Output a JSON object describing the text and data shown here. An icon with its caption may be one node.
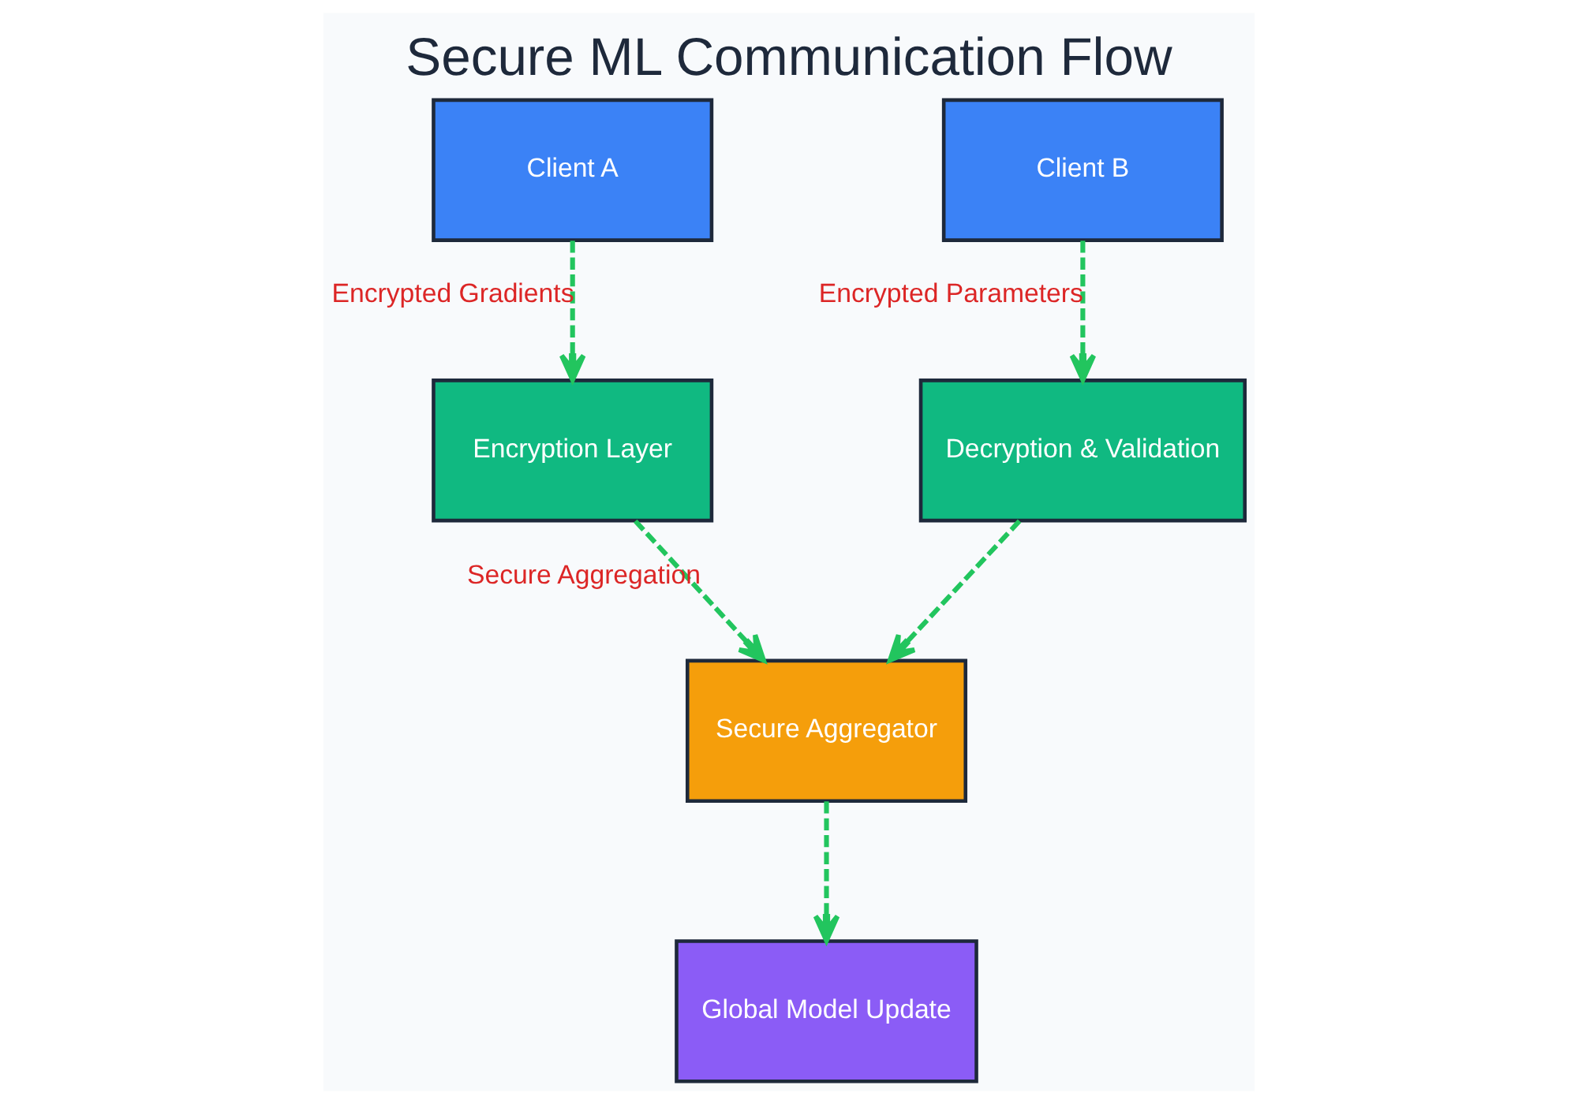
{
  "diagram": {
    "title": "Secure ML Communication Flow",
    "nodes": [
      {
        "text": [
          "Client A"
        ]
      },
      {
        "text": [
          "Client B"
        ]
      },
      {
        "text": [
          "Encryption Layer"
        ]
      },
      {
        "text": [
          "Decryption & Validation"
        ]
      },
      {
        "text": [
          "Secure Aggregator"
        ]
      },
      {
        "text": [
          "Global Model Update"
        ]
      }
    ],
    "edges": [
      {
        "from": 0,
        "to": 2,
        "arrow": "to",
        "style": "dashed",
        "label": "Encrypted Gradients"
      },
      {
        "from": 1,
        "to": 3,
        "arrow": "to",
        "style": "dashed",
        "label": "Encrypted Parameters"
      },
      {
        "from": 2,
        "to": 4,
        "arrow": "to",
        "style": "dashed",
        "label": "Secure Aggregation"
      },
      {
        "from": 3,
        "to": 4,
        "arrow": "to",
        "style": "dashed"
      },
      {
        "from": 4,
        "to": 5,
        "arrow": "to",
        "style": "dashed"
      }
    ]
  }
}
